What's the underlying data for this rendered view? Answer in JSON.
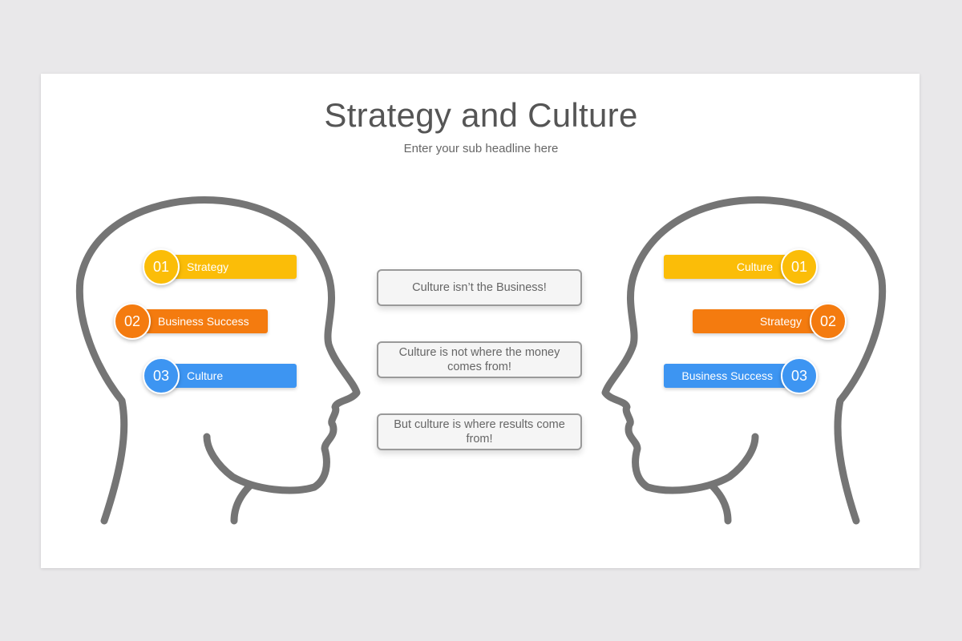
{
  "slide": {
    "title": "Strategy and Culture",
    "subtitle": "Enter your sub headline here"
  },
  "left_head": {
    "items": [
      {
        "number": "01",
        "label": "Strategy",
        "color": "#fbbd08"
      },
      {
        "number": "02",
        "label": "Business Success",
        "color": "#f47b0f"
      },
      {
        "number": "03",
        "label": "Culture",
        "color": "#3d95f2"
      }
    ]
  },
  "right_head": {
    "items": [
      {
        "number": "01",
        "label": "Culture",
        "color": "#fbbd08"
      },
      {
        "number": "02",
        "label": "Strategy",
        "color": "#f47b0f"
      },
      {
        "number": "03",
        "label": "Business Success",
        "color": "#3d95f2"
      }
    ]
  },
  "messages": [
    "Culture isn’t the Business!",
    "Culture is not where the money comes from!",
    "But culture is where results come from!"
  ],
  "colors": {
    "outline": "#757575",
    "yellow": "#fbbd08",
    "orange": "#f47b0f",
    "blue": "#3d95f2"
  }
}
